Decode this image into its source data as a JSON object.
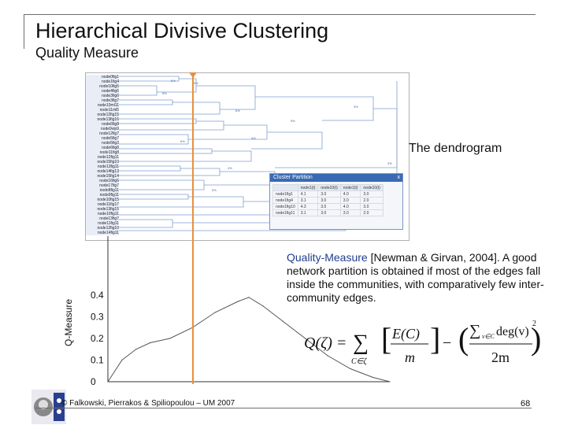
{
  "slide": {
    "title": "Hierarchical Divisive Clustering",
    "subtitle": "Quality Measure",
    "dendrogram_caption": "The dendrogram",
    "qm_lead": "Quality-Measure",
    "qm_rest": " [Newman & Girvan, 2004]. A good network partition is obtained if most of the edges fall inside the communities, with comparatively few inter-community edges.",
    "footer": "© Falkowski, Pierrakos & Spiliopoulou – UM 2007",
    "page_number": "68"
  },
  "dendrogram": {
    "node_labels": [
      "node0fig1",
      "node1fig4",
      "node10fig5",
      "node4fig6",
      "node3fig6",
      "node3fig7",
      "node10ml11",
      "node11ml5",
      "node12fig15",
      "node13fig16",
      "node6fig8",
      "node9vip9",
      "node12fig7",
      "node5fig7",
      "node5fig3",
      "node6fig8",
      "node11fig8",
      "node12fig11",
      "node15fig10",
      "node13fig11",
      "node14fig13",
      "node15fig14",
      "node16fig6",
      "node17fig7",
      "node8fig11",
      "node9fig11",
      "node10fig15",
      "node11fig17",
      "node13fig15",
      "node10fig11",
      "node13fig7",
      "node11fig11",
      "node12fig10",
      "node14fig11"
    ],
    "window_title": "Cluster Partition",
    "window_close": "x",
    "window_table": [
      [
        "",
        "node1(t)",
        "node10(t)",
        "node1(t)",
        "node10(t)"
      ],
      [
        "node1fig1",
        "4.1",
        "3.0",
        "4.0",
        "3.0"
      ],
      [
        "node1fig4",
        "3.1",
        "3.0",
        "3.0",
        "2.0"
      ],
      [
        "node1fig10",
        "4.3",
        "3.0",
        "4.0",
        "3.0"
      ],
      [
        "node1fig11",
        "3.1",
        "3.0",
        "3.0",
        "2.0"
      ]
    ]
  },
  "chart_data": {
    "type": "line",
    "title": "",
    "xlabel": "",
    "ylabel": "Q-Measure",
    "ylim": [
      0,
      0.4
    ],
    "yticks": [
      "0.4",
      "0.3",
      "0.2",
      "0.1",
      "0"
    ],
    "ytick_values": [
      0.4,
      0.3,
      0.2,
      0.1,
      0
    ],
    "x": [
      0,
      0.05,
      0.1,
      0.15,
      0.22,
      0.3,
      0.38,
      0.46,
      0.5,
      0.55,
      0.62,
      0.7,
      0.78,
      0.86,
      0.94,
      1.0
    ],
    "values": [
      0.0,
      0.1,
      0.15,
      0.18,
      0.2,
      0.25,
      0.32,
      0.37,
      0.39,
      0.35,
      0.28,
      0.2,
      0.12,
      0.06,
      0.02,
      0.0
    ],
    "colors": {
      "line": "#555555",
      "cut_line": "#e8903c"
    }
  },
  "formula_text": {
    "lhs": "Q(ζ) =",
    "sum": "∑",
    "sum_sub": "C∈ζ",
    "ec": "E(C)",
    "m": "m",
    "minus": "−",
    "num": "∑",
    "num_sub": "v∈C",
    "deg": "deg(v)",
    "den": "2m",
    "exp": "2"
  },
  "colors": {
    "accent": "#1e3d8f",
    "popup_title_bg": "#3a6ab3"
  }
}
